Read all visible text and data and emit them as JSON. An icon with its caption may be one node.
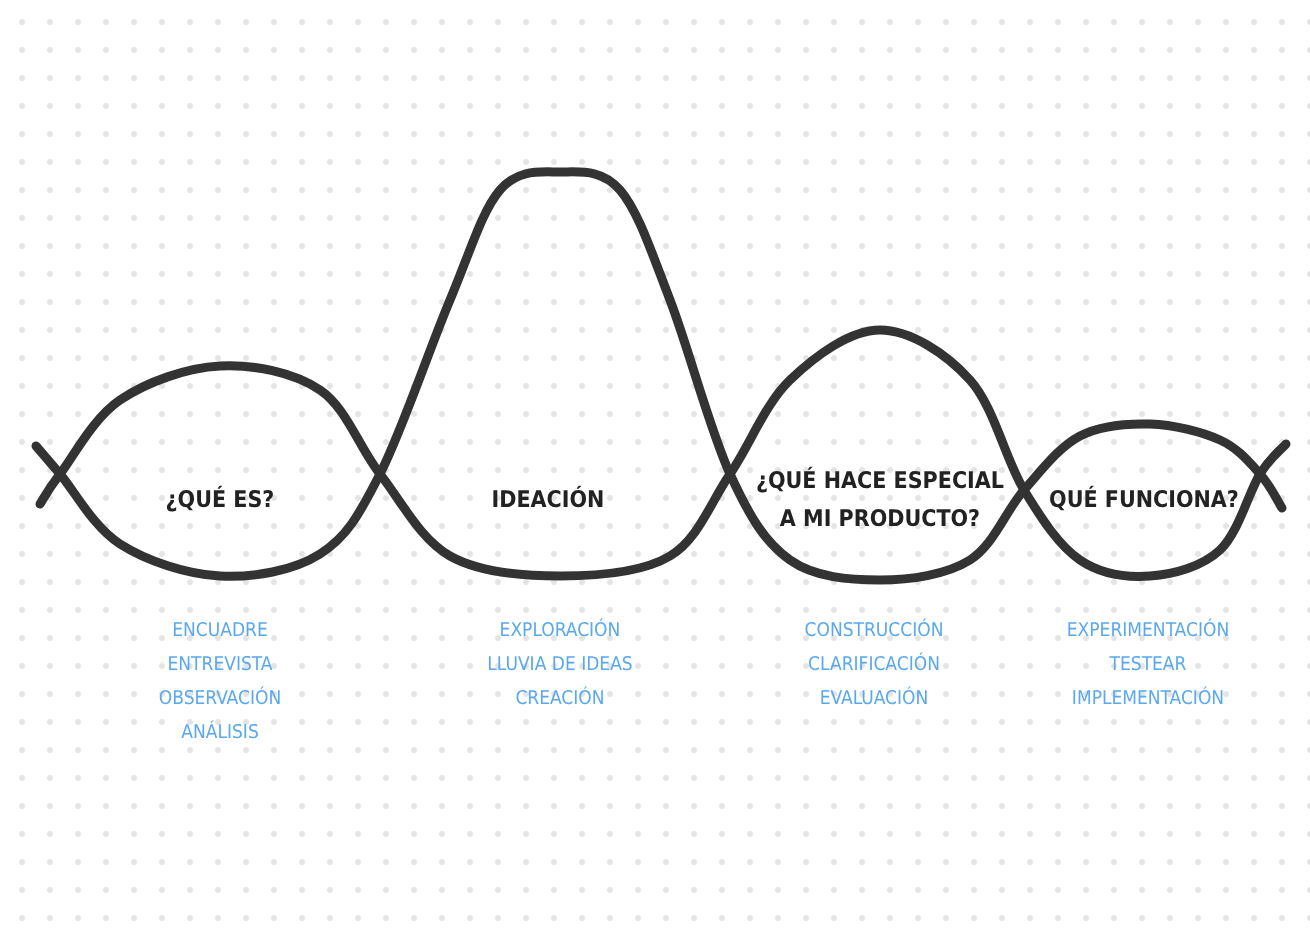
{
  "diagram": {
    "nodes": [
      {
        "text": [
          "¿QUÉ ES?"
        ],
        "beside": [
          "ENCUADRE",
          "ENTREVISTA",
          "OBSERVACIÓN",
          "ANÁLISIS"
        ]
      },
      {
        "text": [
          "IDEACIÓN"
        ],
        "beside": [
          "EXPLORACIÓN",
          "LLUVIA DE IDEAS",
          "CREACIÓN"
        ]
      },
      {
        "text": [
          "¿QUÉ HACE ESPECIAL A MI PRODUCTO?"
        ],
        "beside": [
          "CONSTRUCCIÓN",
          "CLARIFICACIÓN",
          "EVALUACIÓN"
        ]
      },
      {
        "text": [
          "QUÉ FUNCIONA?"
        ],
        "beside": [
          "EXPERIMENTACIÓN",
          "TESTEAR",
          "IMPLEMENTACIÓN"
        ]
      }
    ]
  }
}
